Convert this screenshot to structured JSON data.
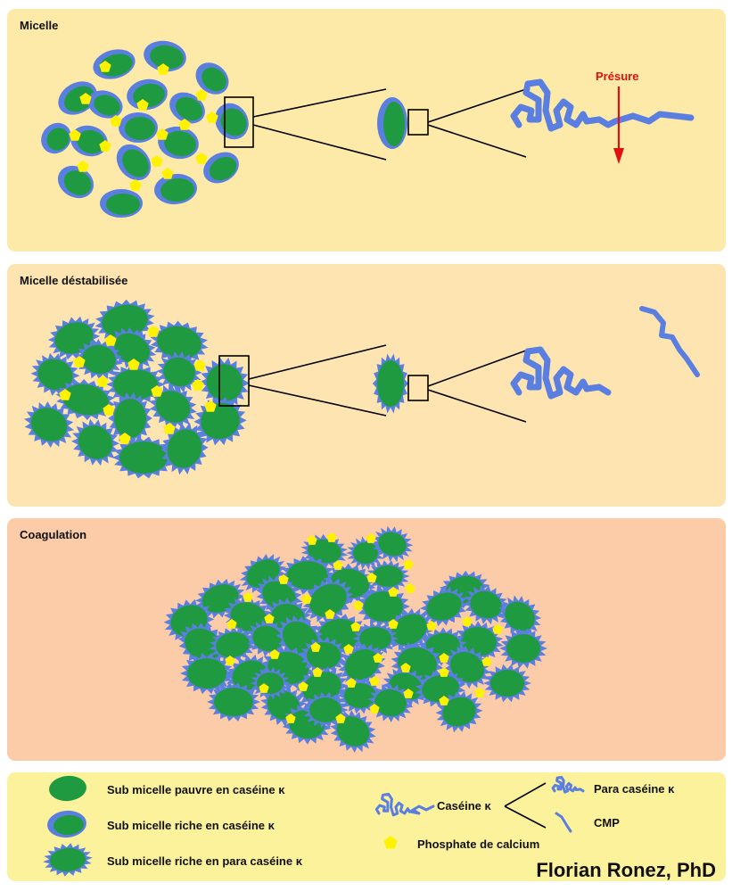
{
  "colors": {
    "panel1": "#fdeaa8",
    "panel2": "#fde4b0",
    "panel3": "#fccca8",
    "legend": "#fdf29c",
    "submicelle_green": "#1f9a40",
    "casein_blue": "#5a7fe0",
    "phosphate_yellow": "#fff200",
    "presure_red": "#e01010"
  },
  "panels": {
    "micelle": {
      "title": "Micelle",
      "enzyme_label": "Présure"
    },
    "destabilized": {
      "title": "Micelle déstabilisée"
    },
    "coagulation": {
      "title": "Coagulation"
    }
  },
  "legend": {
    "poor": "Sub micelle pauvre en caséine κ",
    "rich": "Sub micelle riche en caséine κ",
    "para_rich": "Sub micelle riche en para caséine κ",
    "casein": "Caséine κ",
    "para_casein": "Para caséine κ",
    "cmp": "CMP",
    "phosphate": "Phosphate de calcium"
  },
  "signature": "Florian Ronez, PhD"
}
